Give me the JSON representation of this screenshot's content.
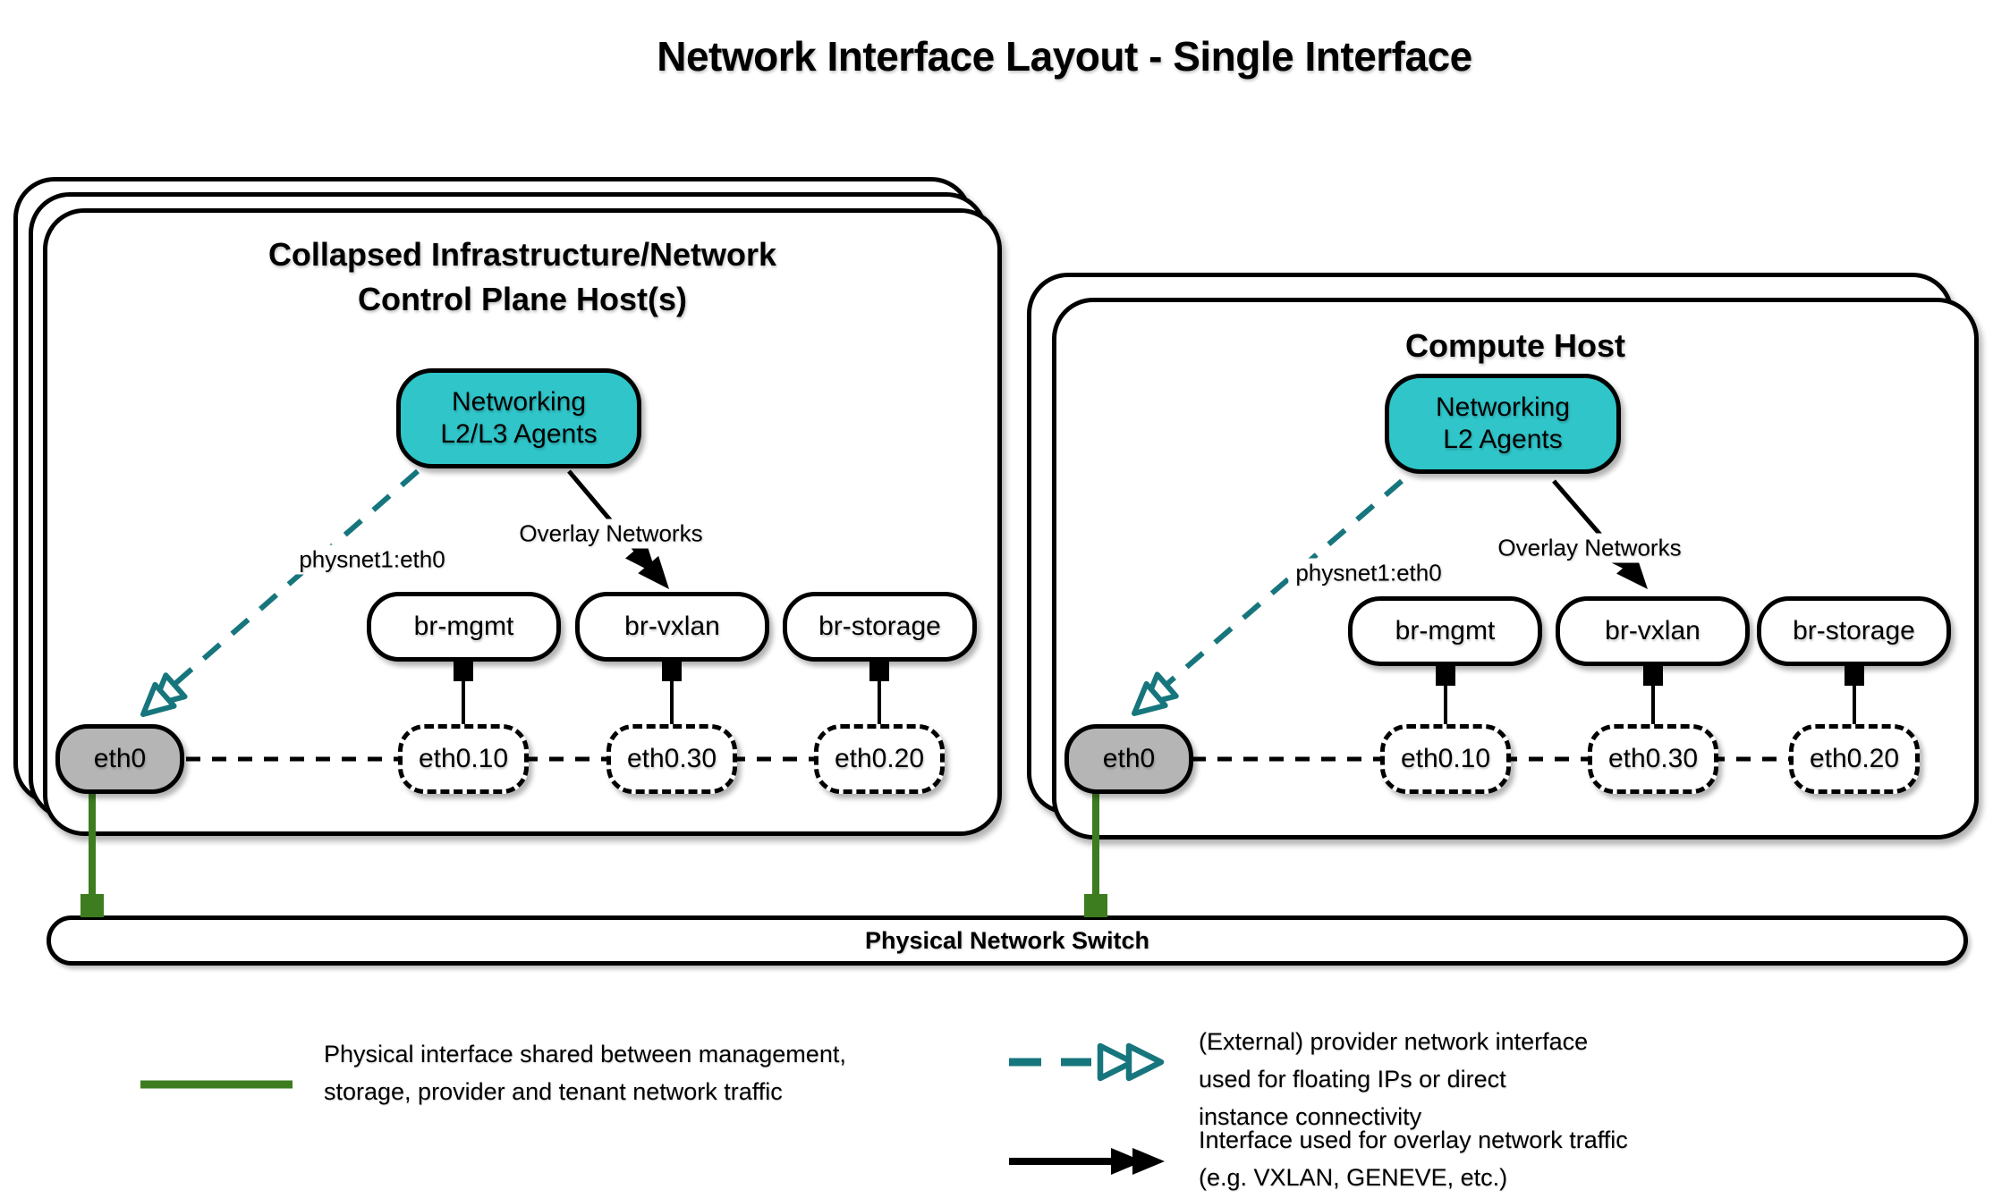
{
  "title": "Network Interface Layout - Single Interface",
  "hosts": [
    {
      "name": "control-plane-host",
      "title_lines": [
        "Collapsed Infrastructure/Network",
        "Control Plane Host(s)"
      ],
      "agent_lines": [
        "Networking",
        "L2/L3 Agents"
      ],
      "provider_edge_label": "physnet1:eth0",
      "overlay_edge_label": "Overlay Networks",
      "bridges": [
        "br-mgmt",
        "br-vxlan",
        "br-storage"
      ],
      "physical_interface": "eth0",
      "vlan_interfaces": [
        "eth0.10",
        "eth0.30",
        "eth0.20"
      ]
    },
    {
      "name": "compute-host",
      "title_lines": [
        "Compute Host"
      ],
      "agent_lines": [
        "Networking",
        "L2 Agents"
      ],
      "provider_edge_label": "physnet1:eth0",
      "overlay_edge_label": "Overlay Networks",
      "bridges": [
        "br-mgmt",
        "br-vxlan",
        "br-storage"
      ],
      "physical_interface": "eth0",
      "vlan_interfaces": [
        "eth0.10",
        "eth0.30",
        "eth0.20"
      ]
    }
  ],
  "switch_label": "Physical Network Switch",
  "legend": [
    {
      "symbol": "physical-line",
      "lines": [
        "Physical interface shared between management,",
        "storage, provider and tenant network traffic"
      ]
    },
    {
      "symbol": "provider-arrow",
      "lines": [
        "(External) provider network interface",
        "used for floating IPs or direct",
        "instance connectivity"
      ]
    },
    {
      "symbol": "overlay-arrow",
      "lines": [
        "Interface used for overlay network traffic",
        "(e.g. VXLAN, GENEVE, etc.)"
      ]
    }
  ],
  "colors": {
    "teal_fill": "#2fc5c9",
    "teal_stroke": "#17767d",
    "green": "#3d7d1f",
    "gray_fill": "#b5b5b5"
  }
}
